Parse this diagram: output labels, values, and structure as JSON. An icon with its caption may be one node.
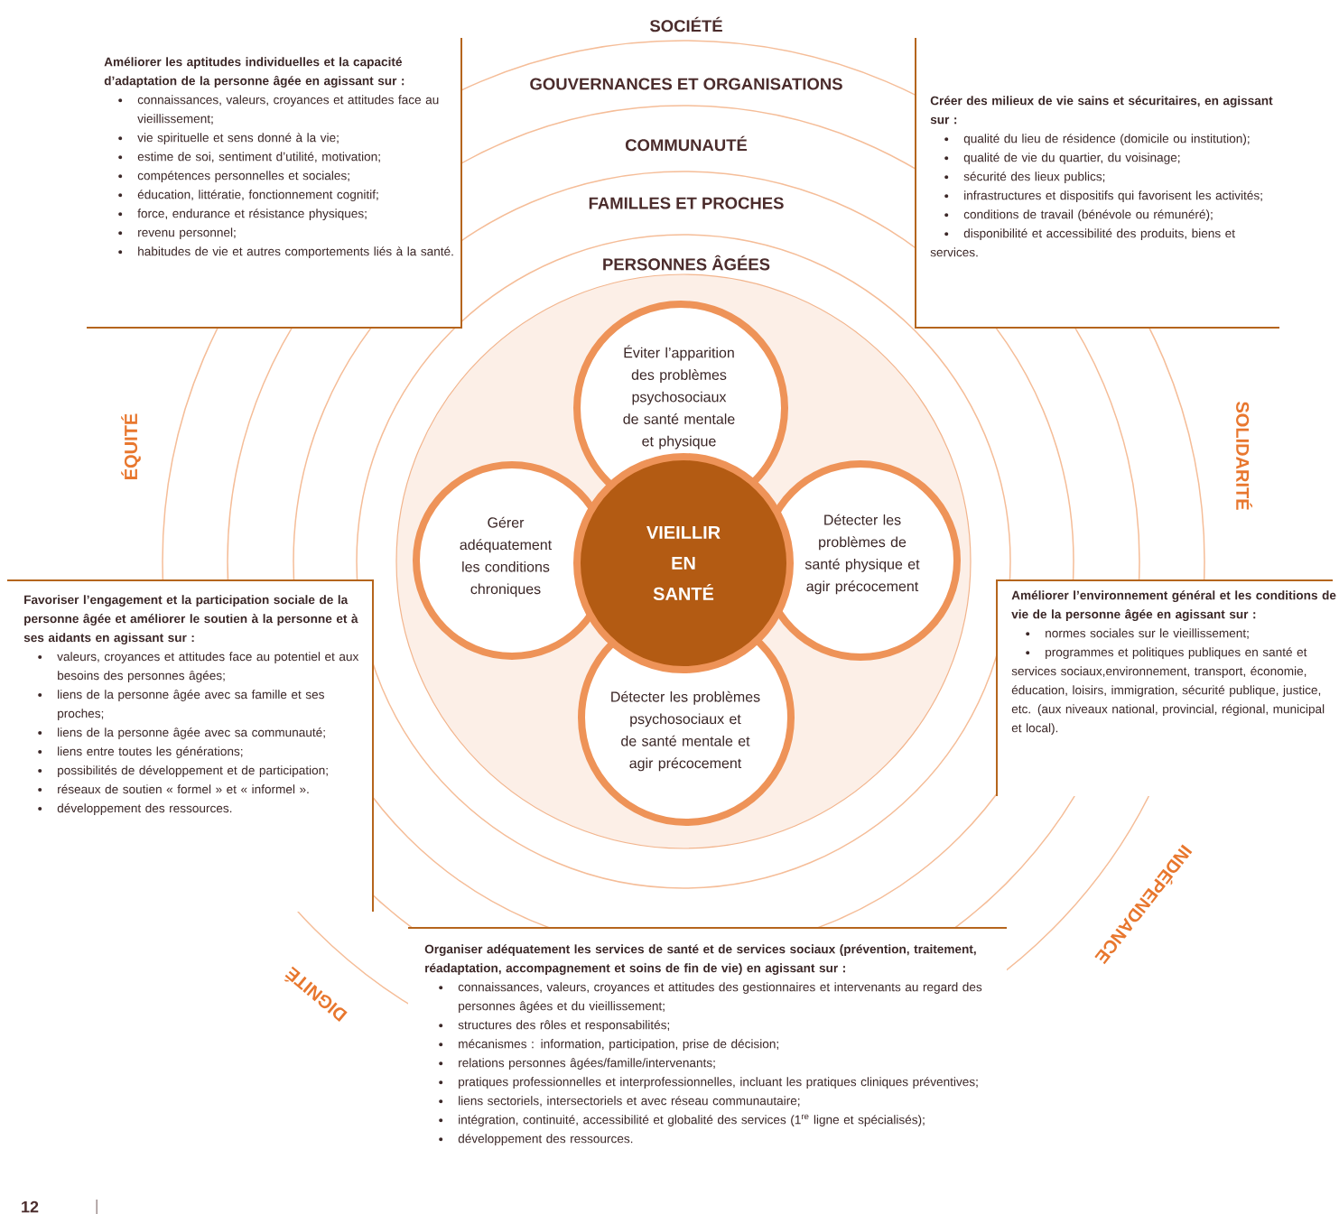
{
  "diagram": {
    "nodes": [
      {
        "text": [
          "VIEILLIR EN SANTÉ"
        ]
      },
      {
        "text": [
          "Éviter l’apparition des problèmes psychosociaux de santé mentale et physique"
        ]
      },
      {
        "text": [
          "Gérer adéquatement les conditions chroniques"
        ]
      },
      {
        "text": [
          "Détecter les problèmes de santé physique et agir précocement"
        ]
      },
      {
        "text": [
          "Détecter les problèmes psychosociaux et de santé mentale et agir précocement"
        ]
      },
      {
        "text": [
          "Améliorer les aptitudes individuelles et la capacité d’adaptation de la personne âgée en agissant sur :",
          "connaissances, valeurs, croyances et attitudes face au vieillissement;",
          "vie spirituelle et sens donné à la vie;",
          "estime de soi, sentiment d’utilité, motivation;",
          "compétences personnelles et sociales;",
          "éducation, littératie, fonctionnement cognitif;",
          "force, endurance et résistance physiques;",
          "revenu personnel;",
          "habitudes de vie et autres comportements liés à la santé."
        ]
      },
      {
        "text": [
          "Créer des milieux de vie sains et sécuritaires, en agissant sur :",
          "qualité du lieu de résidence (domicile ou institution);",
          "qualité de vie du quartier, du voisinage;",
          "sécurité des lieux publics;",
          "infrastructures et dispositifs qui favorisent les activités;",
          "conditions de travail (bénévole ou rémunéré);",
          "disponibilité et accessibilité des produits, biens et services."
        ]
      },
      {
        "text": [
          "Favoriser l’engagement et la participation sociale de la personne âgée et améliorer le soutien à la personne et à ses aidants en agissant sur :",
          "valeurs, croyances et attitudes face au potentiel et aux besoins des personnes âgées;",
          "liens de la personne âgée avec sa famille et ses proches;",
          "liens de la personne âgée avec sa communauté;",
          "liens entre toutes les générations;",
          "possibilités de développement et de participation;",
          "réseaux de soutien « formel » et « informel ».",
          "développement des ressources."
        ]
      },
      {
        "text": [
          "Améliorer l’environnement général et les conditions de vie de la personne âgée en agissant sur :",
          "normes sociales sur le vieillissement;",
          "programmes et politiques publiques en santé et services sociaux,environnement, transport, économie, éducation, loisirs, immigration, sécurité publique, justice, etc. (aux niveaux national, provincial, régional, municipal et local)."
        ]
      },
      {
        "text": [
          "Organiser adéquatement les services de santé et de services sociaux (prévention, traitement, réadaptation, accompagnement et soins de fin de vie) en agissant sur :",
          "connaissances, valeurs, croyances et attitudes des gestionnaires et intervenants au regard des personnes âgées et du vieillissement;",
          "structures des rôles et responsabilités;",
          "mécanismes : information, participation, prise de décision;",
          "relations personnes âgées/famille/intervenants;",
          "pratiques professionnelles et interprofessionnelles, incluant les pratiques cliniques préventives;",
          "liens sectoriels, intersectoriels et avec réseau communautaire;",
          "intégration, continuité, accessibilité et globalité des services (1$^{re}$ ligne et spécialisés);",
          "développement des ressources."
        ]
      }
    ],
    "labels": [
      "SOCIÉTÉ",
      "GOUVERNANCES ET ORGANISATIONS",
      "COMMUNAUTÉ",
      "FAMILLES ET PROCHES",
      "PERSONNES ÂGÉES",
      "ÉQUITÉ",
      "SOLIDARITÉ",
      "INDÉPENDANCE",
      "DIGNITÉ",
      "12"
    ]
  }
}
